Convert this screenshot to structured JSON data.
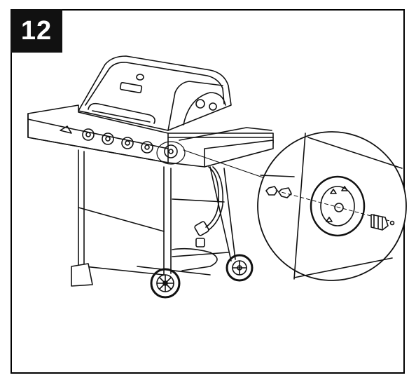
{
  "step": {
    "number": "12"
  },
  "colors": {
    "line": "#111111",
    "badge": "#111111",
    "badge_text": "#ffffff"
  },
  "illustration": {
    "subject": "gas-grill",
    "burner_knobs": 5,
    "detail_callout": "control-knob-assembly"
  }
}
